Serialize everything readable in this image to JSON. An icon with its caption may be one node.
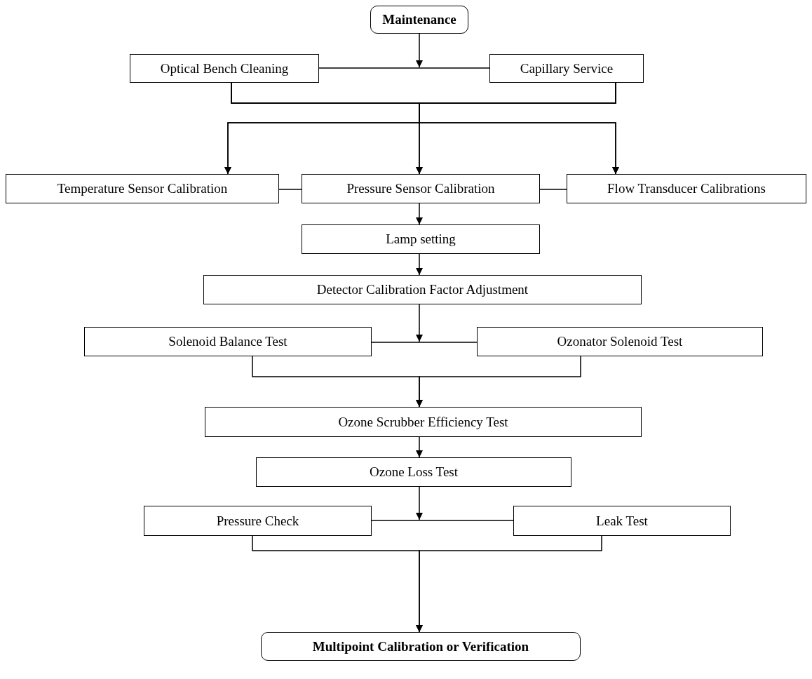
{
  "diagram": {
    "nodes": [
      {
        "text": [
          "Maintenance"
        ]
      },
      {
        "text": [
          "Optical Bench Cleaning"
        ]
      },
      {
        "text": [
          "Capillary Service"
        ]
      },
      {
        "text": [
          "Temperature Sensor Calibration"
        ]
      },
      {
        "text": [
          "Pressure Sensor Calibration"
        ]
      },
      {
        "text": [
          "Flow Transducer Calibrations"
        ]
      },
      {
        "text": [
          "Lamp setting"
        ]
      },
      {
        "text": [
          "Detector Calibration Factor Adjustment"
        ]
      },
      {
        "text": [
          "Solenoid Balance Test"
        ]
      },
      {
        "text": [
          "Ozonator Solenoid Test"
        ]
      },
      {
        "text": [
          "Ozone Scrubber Efficiency Test"
        ]
      },
      {
        "text": [
          "Ozone Loss Test"
        ]
      },
      {
        "text": [
          "Pressure Check"
        ]
      },
      {
        "text": [
          "Leak Test"
        ]
      },
      {
        "text": [
          "Multipoint Calibration or Verification"
        ]
      }
    ],
    "edges": [
      {
        "from": 0,
        "to": null,
        "arrow": "to"
      },
      {
        "from": 1,
        "to": 2,
        "arrow": "none"
      },
      {
        "from": 1,
        "to": 3,
        "arrow": "to"
      },
      {
        "from": 1,
        "to": 4,
        "arrow": "to"
      },
      {
        "from": 1,
        "to": 5,
        "arrow": "to"
      },
      {
        "from": 2,
        "to": 3,
        "arrow": "to"
      },
      {
        "from": 2,
        "to": 4,
        "arrow": "to"
      },
      {
        "from": 2,
        "to": 5,
        "arrow": "to"
      },
      {
        "from": 3,
        "to": 4,
        "arrow": "none"
      },
      {
        "from": 4,
        "to": 5,
        "arrow": "none"
      },
      {
        "from": 4,
        "to": 6,
        "arrow": "to"
      },
      {
        "from": 6,
        "to": 7,
        "arrow": "to"
      },
      {
        "from": 7,
        "to": null,
        "arrow": "to"
      },
      {
        "from": 8,
        "to": 9,
        "arrow": "none"
      },
      {
        "from": 8,
        "to": 10,
        "arrow": "to"
      },
      {
        "from": 9,
        "to": 10,
        "arrow": "to"
      },
      {
        "from": 10,
        "to": 11,
        "arrow": "to"
      },
      {
        "from": 11,
        "to": null,
        "arrow": "to"
      },
      {
        "from": 12,
        "to": 13,
        "arrow": "none"
      },
      {
        "from": 12,
        "to": 14,
        "arrow": "to"
      },
      {
        "from": 13,
        "to": 14,
        "arrow": "to"
      }
    ]
  }
}
